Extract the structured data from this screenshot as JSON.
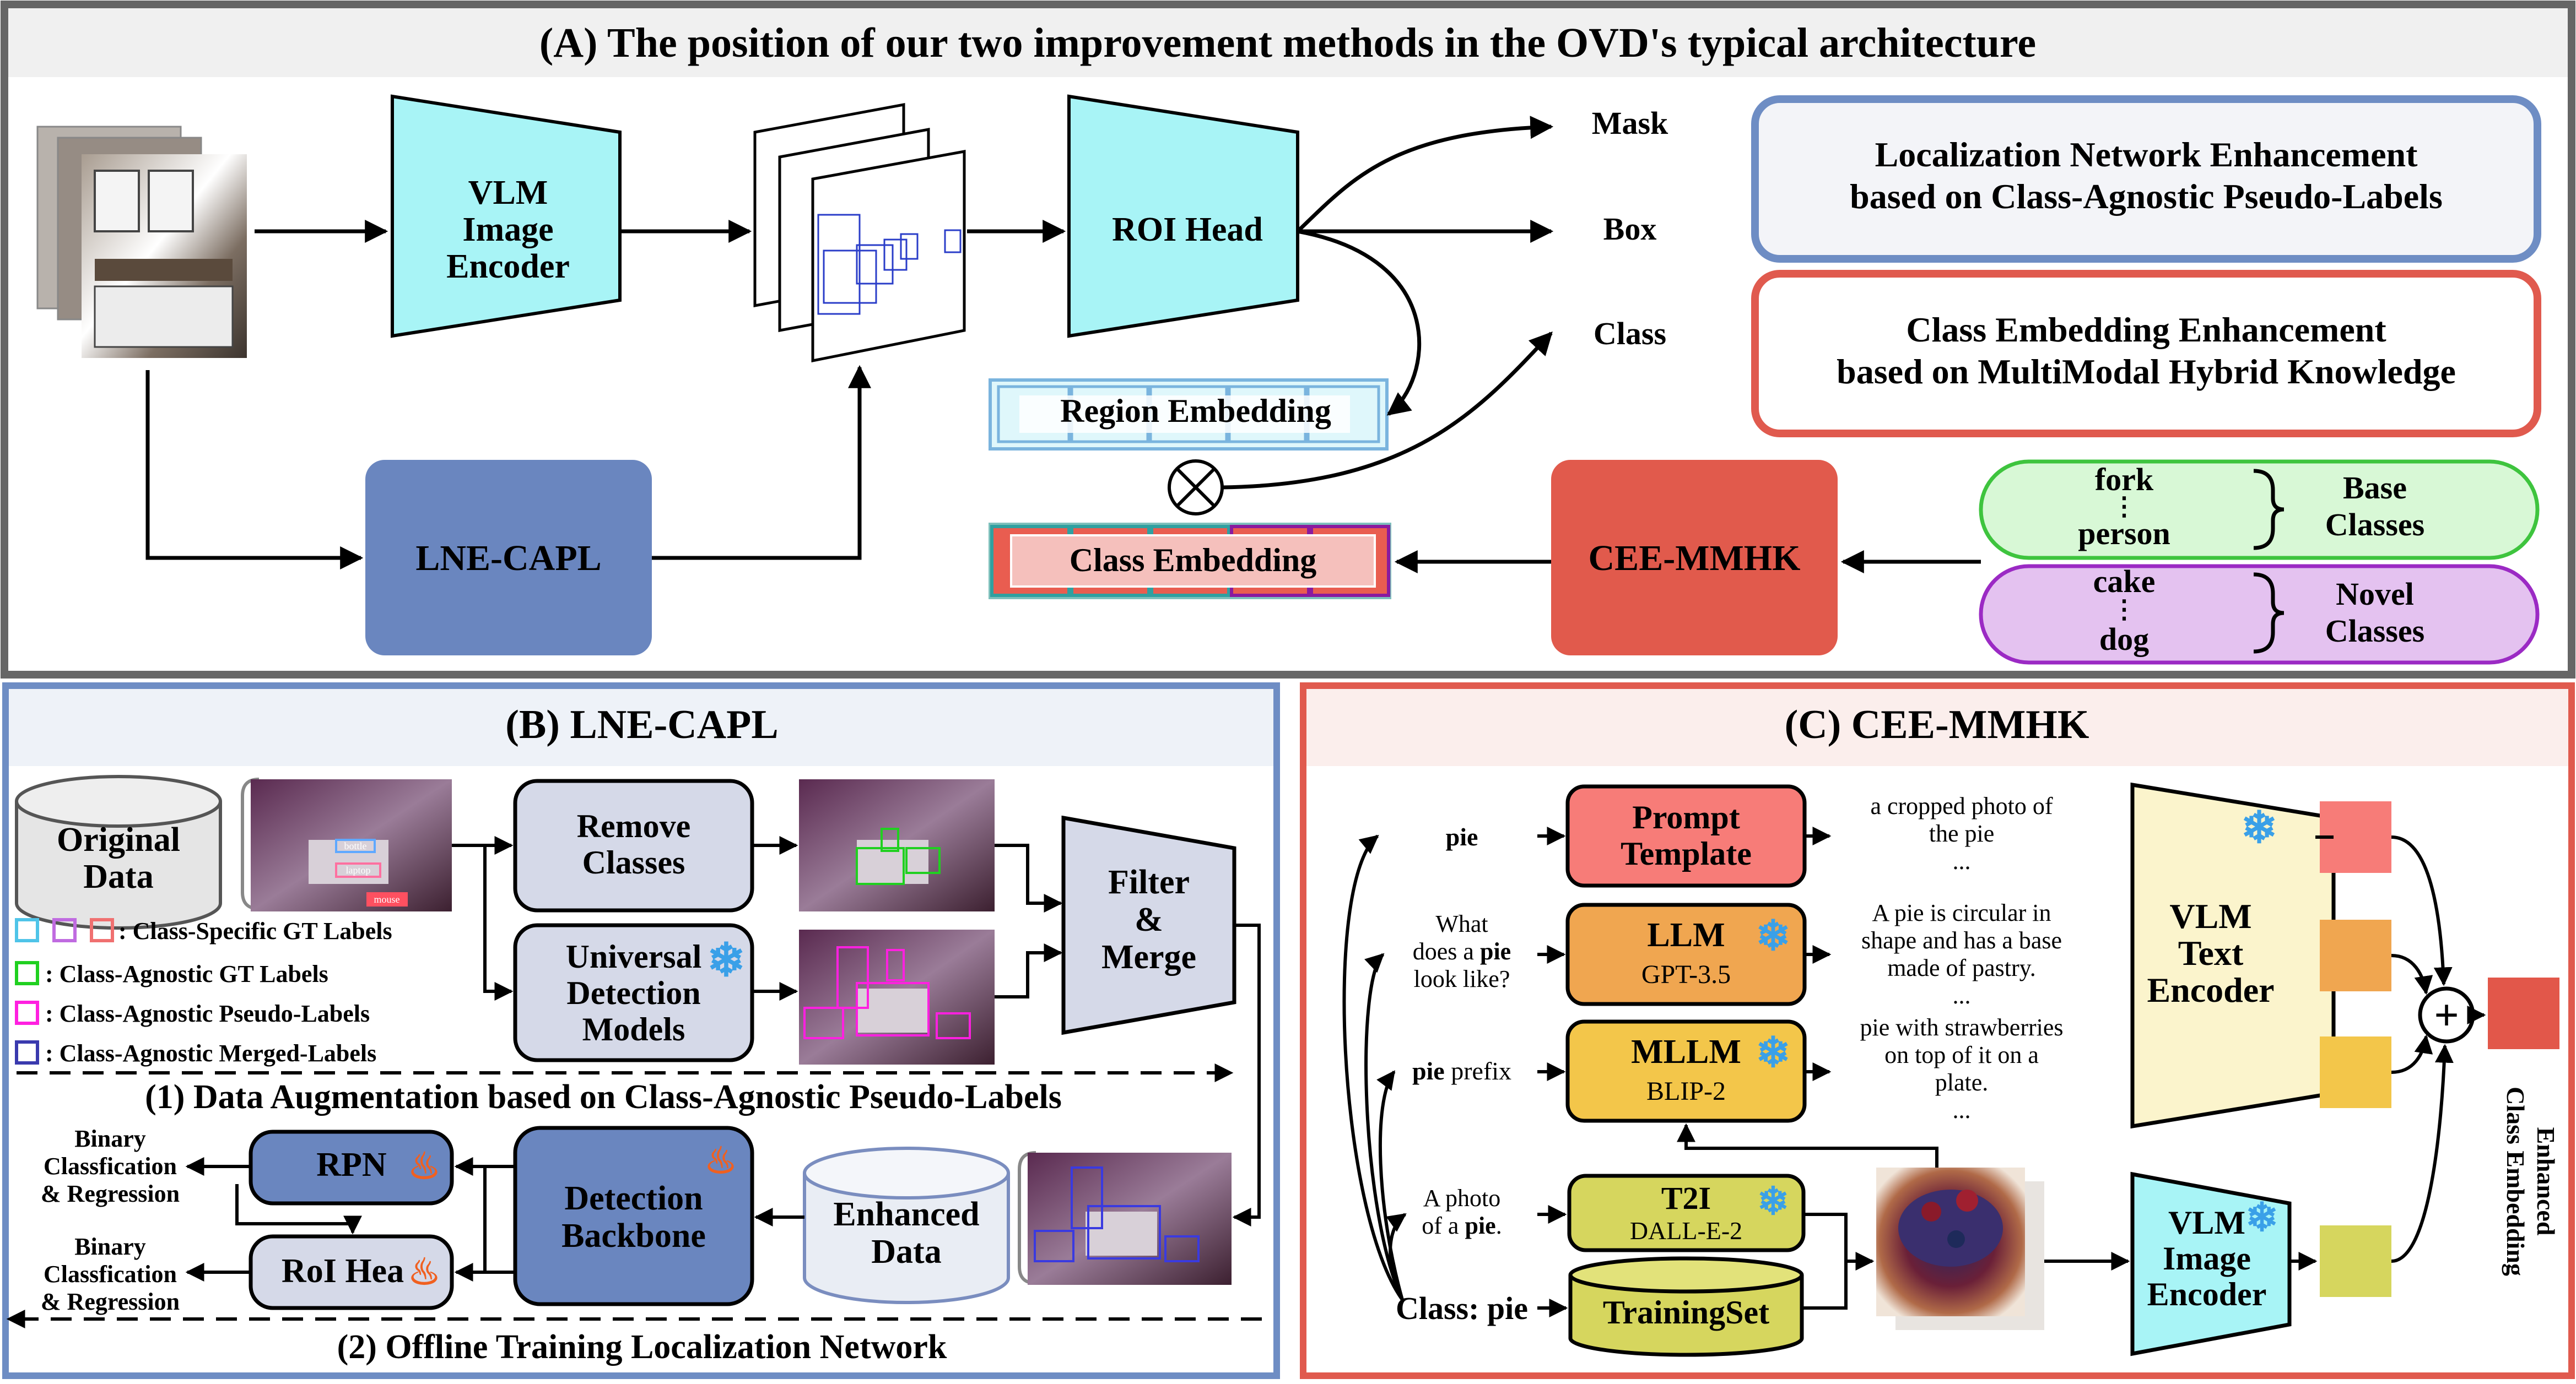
{
  "colors": {
    "accent_blue": "#6e8dc4",
    "accent_red": "#e05a4e",
    "cyan_fill": "#a8f4f6",
    "lne_fill": "#6a86bf",
    "cee_fill": "#e15a4c",
    "base_fill": "#d8f8d6",
    "novel_fill": "#e4c2f0",
    "gray_box": "#d5d9e8"
  },
  "panel_a": {
    "title": "(A) The position of our two improvement methods in the OVD's typical architecture",
    "vlm_encoder": [
      "VLM",
      "Image",
      "Encoder"
    ],
    "roi_head": "ROI Head",
    "outputs": [
      "Mask",
      "Box",
      "Class"
    ],
    "region_embedding": "Region Embedding",
    "class_embedding": "Class Embedding",
    "lne_capl": "LNE-CAPL",
    "cee_mmhk": "CEE-MMHK",
    "legend_loc": [
      "Localization Network Enhancement",
      "based on Class-Agnostic Pseudo-Labels"
    ],
    "legend_cls": [
      "Class Embedding Enhancement",
      "based on MultiModal Hybrid Knowledge"
    ],
    "base": {
      "top": "fork",
      "bottom": "person",
      "label": [
        "Base",
        "Classes"
      ]
    },
    "novel": {
      "top": "cake",
      "bottom": "dog",
      "label": [
        "Novel",
        "Classes"
      ]
    }
  },
  "panel_b": {
    "title": "(B) LNE-CAPL",
    "original_data": [
      "Original",
      "Data"
    ],
    "remove_classes": [
      "Remove",
      "Classes"
    ],
    "universal_detection": [
      "Universal",
      "Detection",
      "Models"
    ],
    "filter_merge": [
      "Filter",
      "&",
      "Merge"
    ],
    "legend": [
      ": Class-Specific GT Labels",
      ": Class-Agnostic GT Labels",
      ": Class-Agnostic Pseudo-Labels",
      ": Class-Agnostic Merged-Labels"
    ],
    "step1": "(1) Data Augmentation based on Class-Agnostic Pseudo-Labels",
    "rpn": "RPN",
    "roi_head": "RoI Hea",
    "detection_backbone": [
      "Detection",
      "Backbone"
    ],
    "enhanced_data": [
      "Enhanced",
      "Data"
    ],
    "binary_label": [
      "Binary",
      "Classfication",
      "& Regression"
    ],
    "step2": "(2) Offline Training Localization Network",
    "image_tags": [
      "bottle",
      "laptop",
      "mouse"
    ]
  },
  "panel_c": {
    "title": "(C) CEE-MMHK",
    "q_pie": "pie",
    "q_what": [
      "What",
      "does a",
      "look like?"
    ],
    "q_what_bold": "pie",
    "q_prefix_bold": "pie",
    "q_prefix_rest": " prefix",
    "q_photo": [
      "A photo",
      "of a",
      "."
    ],
    "class_pie": "Class: pie",
    "prompt_template": [
      "Prompt",
      "Template"
    ],
    "llm": "LLM",
    "llm_sub": "GPT-3.5",
    "mllm": "MLLM",
    "mllm_sub": "BLIP-2",
    "t2i": "T2I",
    "t2i_sub": "DALL-E-2",
    "training_set": "TrainingSet",
    "desc_prompt": [
      "a cropped photo of",
      "the pie",
      "..."
    ],
    "desc_llm": [
      "A pie is circular in",
      "shape and has a base",
      "made of pastry.",
      "..."
    ],
    "desc_mllm": [
      "pie with strawberries",
      "on top of it on a",
      "plate.",
      "..."
    ],
    "vlm_text": [
      "VLM",
      "Text",
      "Encoder"
    ],
    "vlm_image": [
      "VLM",
      "Image",
      "Encoder"
    ],
    "enhanced": [
      "Enhanced",
      "Class Embedding"
    ],
    "plus": "+",
    "emb_colors": [
      "#f77c78",
      "#f0a650",
      "#f3c64a",
      "#d6d65e",
      "#e2574a"
    ]
  }
}
